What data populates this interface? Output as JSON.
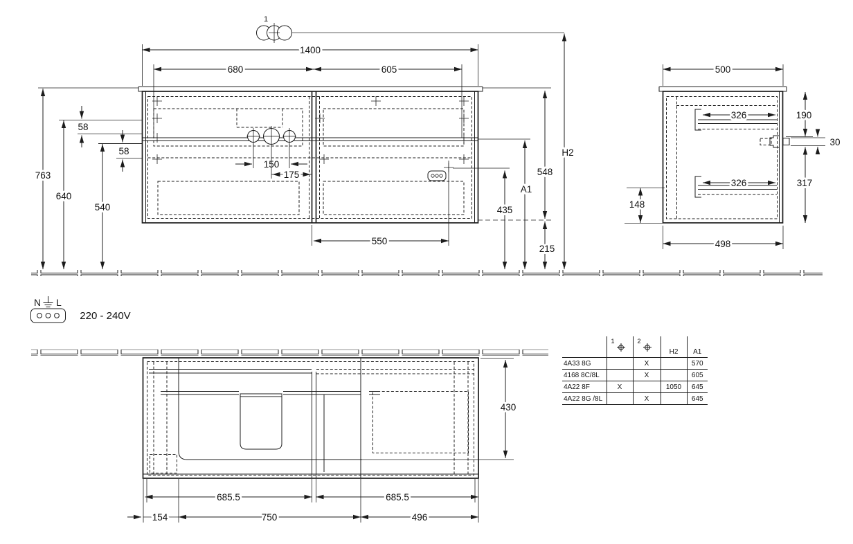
{
  "callout": {
    "number": "1"
  },
  "front_view": {
    "dims": {
      "width": "1400",
      "left_opening": "680",
      "right_opening": "605",
      "height_total": "763",
      "height_640": "640",
      "height_540": "540",
      "gap_58_upper": "58",
      "gap_58_lower": "58",
      "tap_spacing": "150",
      "tap_to_center": "175",
      "trap_width": "550",
      "socket_height": "435",
      "cabinet_height": "548",
      "clearance_bottom": "215",
      "a1": "A1",
      "h2": "H2"
    }
  },
  "side_view": {
    "dims": {
      "depth": "500",
      "rail_upper": "326",
      "rail_lower": "326",
      "zone_top": "190",
      "hinge": "30",
      "zone_bottom": "317",
      "back_clearance": "148",
      "body_depth": "498"
    }
  },
  "bottom_view": {
    "dims": {
      "depth": "430",
      "half_left": "685.5",
      "half_right": "685.5",
      "side_offset": "154",
      "center_width": "750",
      "right_width": "496"
    }
  },
  "power": {
    "label_n": "N",
    "label_l": "L",
    "voltage": "220 - 240V"
  },
  "table": {
    "headers": {
      "col1_num": "1",
      "col2_num": "2",
      "h2": "H2",
      "a1": "A1"
    },
    "rows": [
      {
        "model": "4A33 8G",
        "hole1": "",
        "hole2": "X",
        "h2": "",
        "a1": "570"
      },
      {
        "model": "4168 8C/8L",
        "hole1": "",
        "hole2": "X",
        "h2": "",
        "a1": "605"
      },
      {
        "model": "4A22 8F",
        "hole1": "X",
        "hole2": "",
        "h2": "1050",
        "a1": "645"
      },
      {
        "model": "4A22 8G /8L",
        "hole1": "",
        "hole2": "X",
        "h2": "",
        "a1": "645"
      }
    ]
  }
}
